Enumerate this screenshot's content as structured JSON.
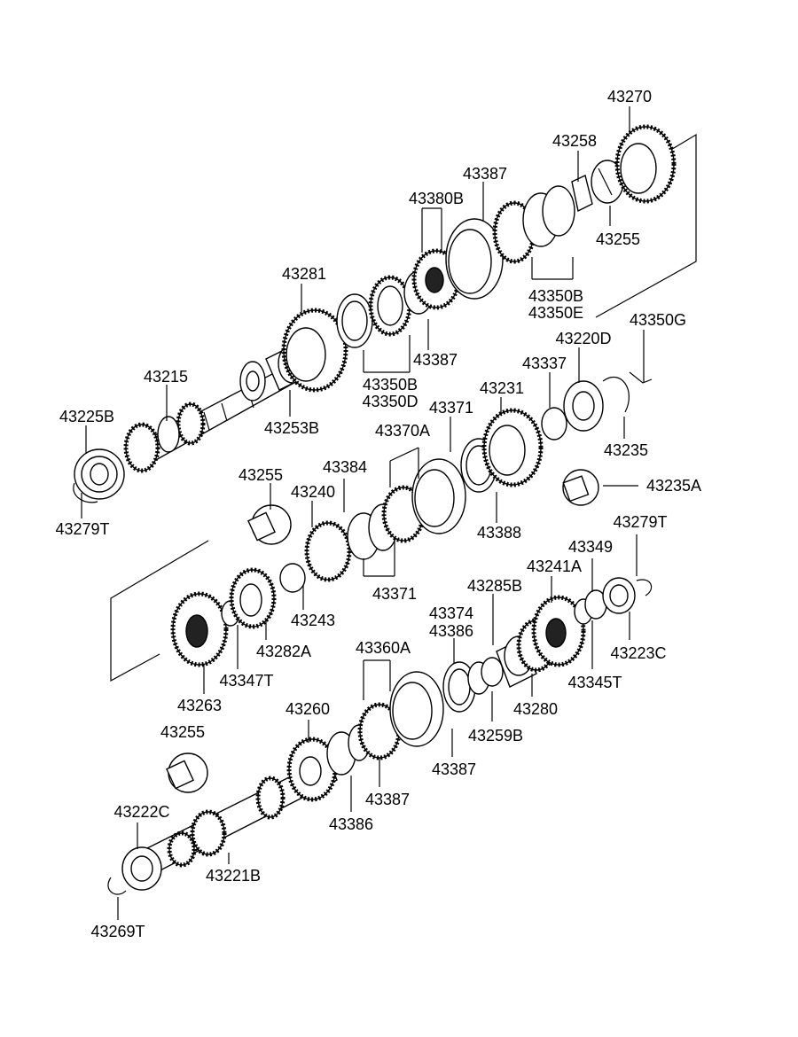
{
  "parts": [
    {
      "id": "p43270",
      "text": "43270"
    },
    {
      "id": "p43258",
      "text": "43258"
    },
    {
      "id": "p43387a",
      "text": "43387"
    },
    {
      "id": "p43380B",
      "text": "43380B"
    },
    {
      "id": "p43255a",
      "text": "43255"
    },
    {
      "id": "p43350B_1",
      "text": "43350B"
    },
    {
      "id": "p43350E",
      "text": "43350E"
    },
    {
      "id": "p43281",
      "text": "43281"
    },
    {
      "id": "p43387b",
      "text": "43387"
    },
    {
      "id": "p43350B_2",
      "text": "43350B"
    },
    {
      "id": "p43350D",
      "text": "43350D"
    },
    {
      "id": "p43215",
      "text": "43215"
    },
    {
      "id": "p43253B",
      "text": "43253B"
    },
    {
      "id": "p43225B",
      "text": "43225B"
    },
    {
      "id": "p43279Ta",
      "text": "43279T"
    },
    {
      "id": "p43350G",
      "text": "43350G"
    },
    {
      "id": "p43220D",
      "text": "43220D"
    },
    {
      "id": "p43337",
      "text": "43337"
    },
    {
      "id": "p43231",
      "text": "43231"
    },
    {
      "id": "p43371a",
      "text": "43371"
    },
    {
      "id": "p43370A",
      "text": "43370A"
    },
    {
      "id": "p43235",
      "text": "43235"
    },
    {
      "id": "p43235A",
      "text": "43235A"
    },
    {
      "id": "p43384",
      "text": "43384"
    },
    {
      "id": "p43255b",
      "text": "43255"
    },
    {
      "id": "p43240",
      "text": "43240"
    },
    {
      "id": "p43388",
      "text": "43388"
    },
    {
      "id": "p43371b",
      "text": "43371"
    },
    {
      "id": "p43243",
      "text": "43243"
    },
    {
      "id": "p43282A",
      "text": "43282A"
    },
    {
      "id": "p43347T",
      "text": "43347T"
    },
    {
      "id": "p43263",
      "text": "43263"
    },
    {
      "id": "p43279Tb",
      "text": "43279T"
    },
    {
      "id": "p43349",
      "text": "43349"
    },
    {
      "id": "p43241A",
      "text": "43241A"
    },
    {
      "id": "p43285B",
      "text": "43285B"
    },
    {
      "id": "p43374",
      "text": "43374"
    },
    {
      "id": "p43386a",
      "text": "43386"
    },
    {
      "id": "p43360A",
      "text": "43360A"
    },
    {
      "id": "p43223C",
      "text": "43223C"
    },
    {
      "id": "p43345T",
      "text": "43345T"
    },
    {
      "id": "p43280",
      "text": "43280"
    },
    {
      "id": "p43259B",
      "text": "43259B"
    },
    {
      "id": "p43260",
      "text": "43260"
    },
    {
      "id": "p43255c",
      "text": "43255"
    },
    {
      "id": "p43387c",
      "text": "43387"
    },
    {
      "id": "p43387d",
      "text": "43387"
    },
    {
      "id": "p43386b",
      "text": "43386"
    },
    {
      "id": "p43222C",
      "text": "43222C"
    },
    {
      "id": "p43221B",
      "text": "43221B"
    },
    {
      "id": "p43269T",
      "text": "43269T"
    }
  ]
}
